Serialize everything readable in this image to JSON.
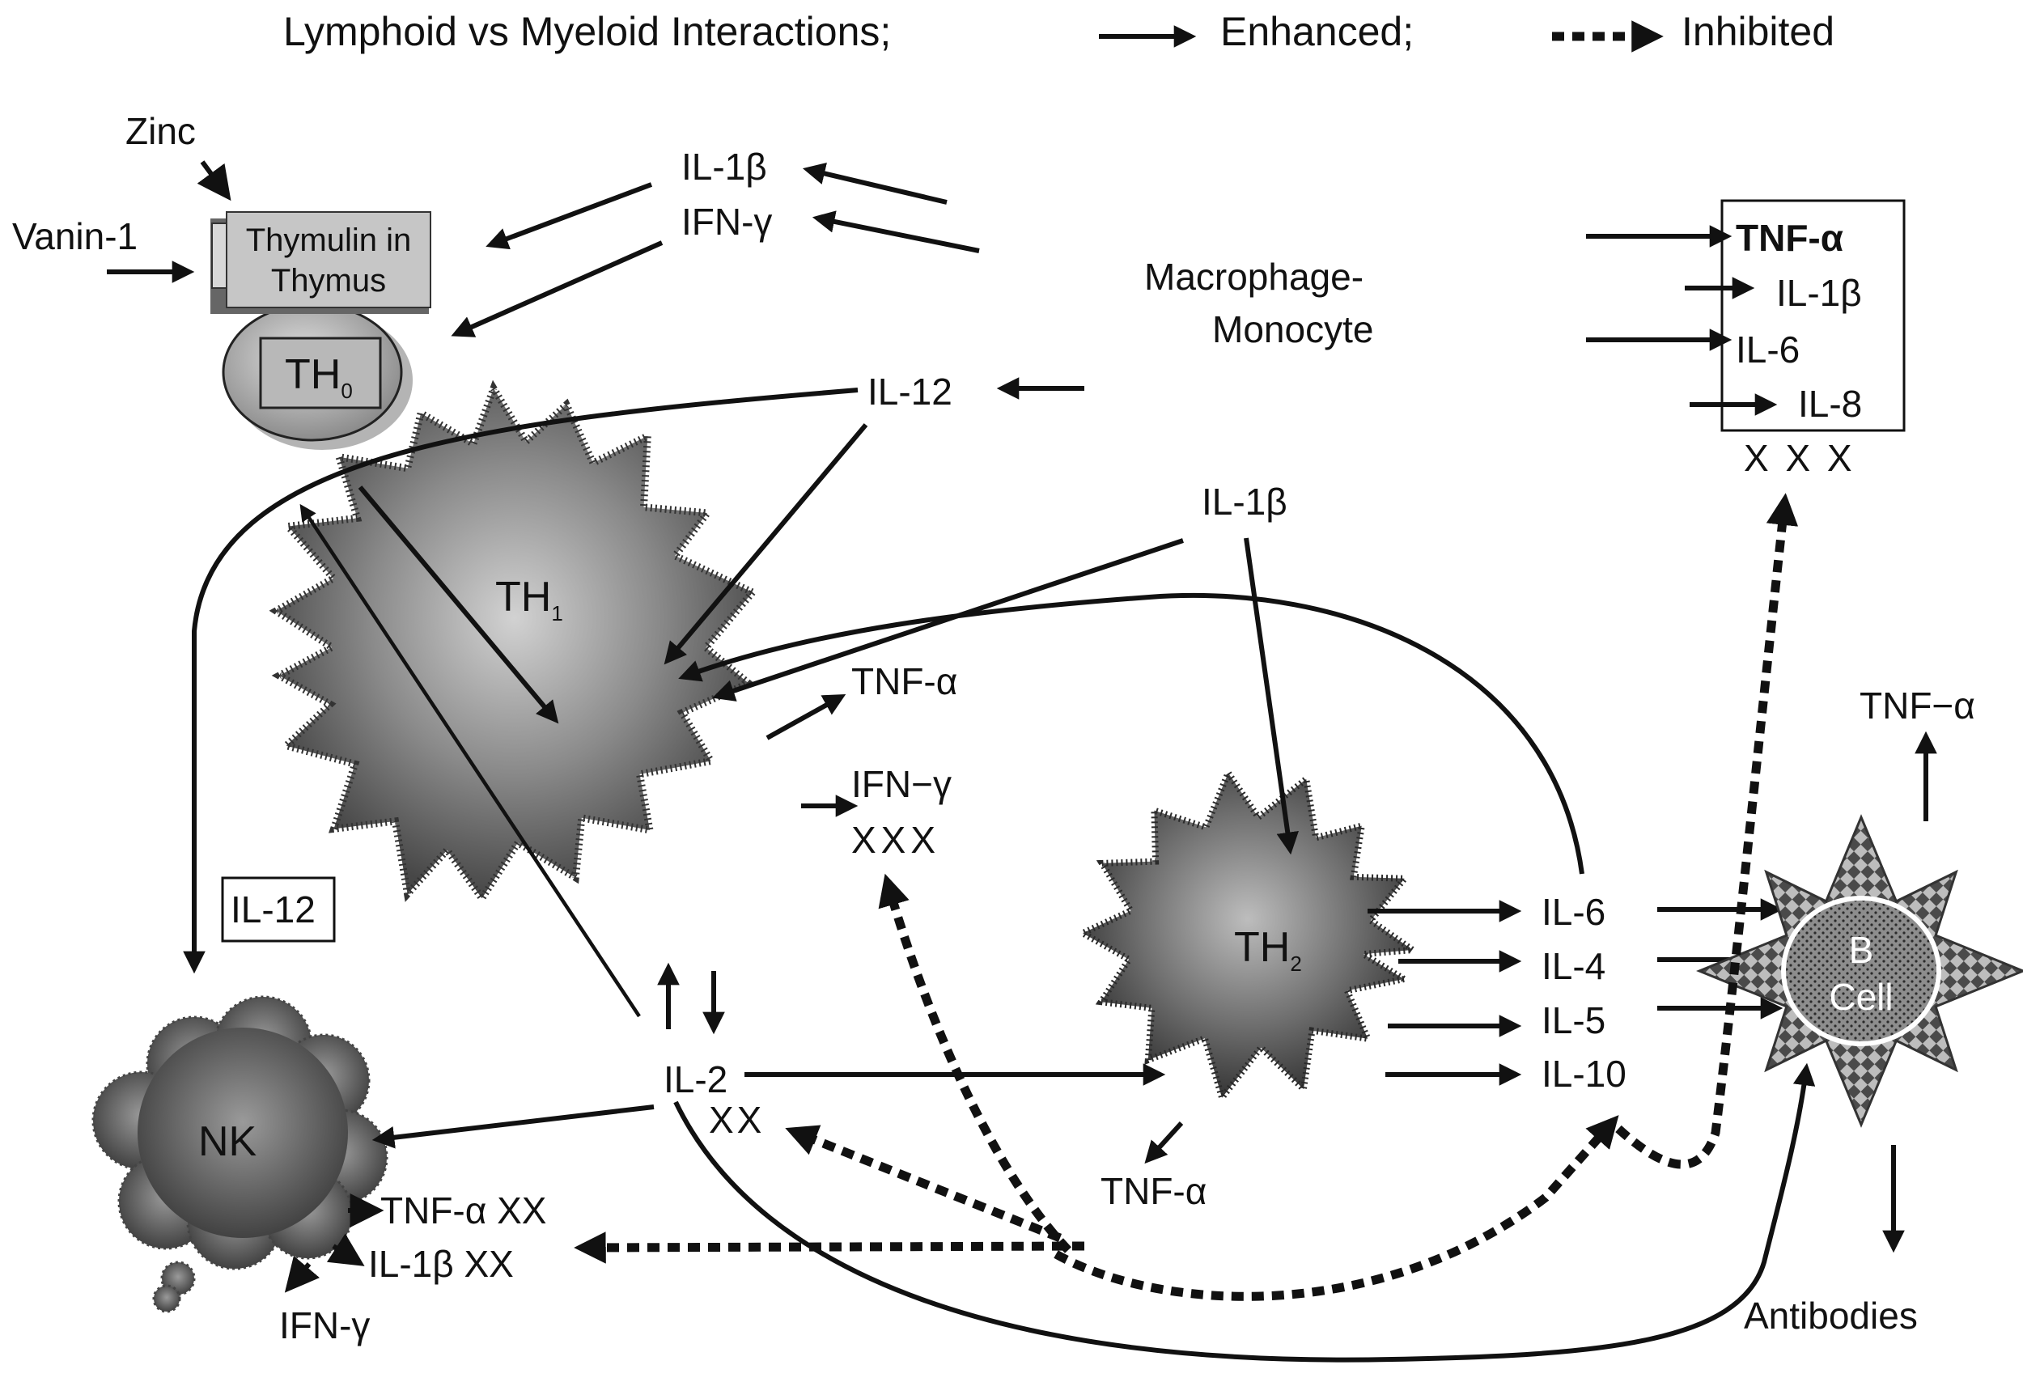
{
  "legend": {
    "title": "Lymphoid vs Myeloid Interactions;",
    "enhanced": "Enhanced;",
    "inhibited": "Inhibited"
  },
  "thymus": {
    "zinc": "Zinc",
    "vanin": "Vanin-1",
    "thymulin_line1": "Thymulin in",
    "thymulin_line2": "Thymus",
    "th0": "TH",
    "th0_sub": "0"
  },
  "macrophage": {
    "line1": "Macrophage-",
    "line2": "Monocyte",
    "il1b": "IL-1β",
    "ifng": "IFN-γ",
    "il12": "IL-12",
    "il1b_mid": "IL-1β"
  },
  "myeloid_box": {
    "items": [
      "TNF-α",
      "IL-1β",
      "IL-6",
      "IL-8"
    ],
    "inhibit": "X X X"
  },
  "th1": {
    "label": "TH",
    "sub": "1",
    "tnfa": "TNF-α",
    "ifng": "IFN−γ",
    "ifng_xxx": "XXX",
    "il2": "IL-2",
    "il2_xx": "XX"
  },
  "th2": {
    "label": "TH",
    "sub": "2",
    "tnfa": "TNF-α",
    "cytokines": [
      "IL-6",
      "IL-4",
      "IL-5",
      "IL-10"
    ]
  },
  "bcell": {
    "line1": "B",
    "line2": "Cell",
    "tnfa": "TNF−α",
    "antibodies": "Antibodies"
  },
  "nk": {
    "label": "NK",
    "il12_box": "IL-12",
    "tnfa": "TNF-α XX",
    "il1b": "IL-1β XX",
    "ifng": "IFN-γ"
  }
}
